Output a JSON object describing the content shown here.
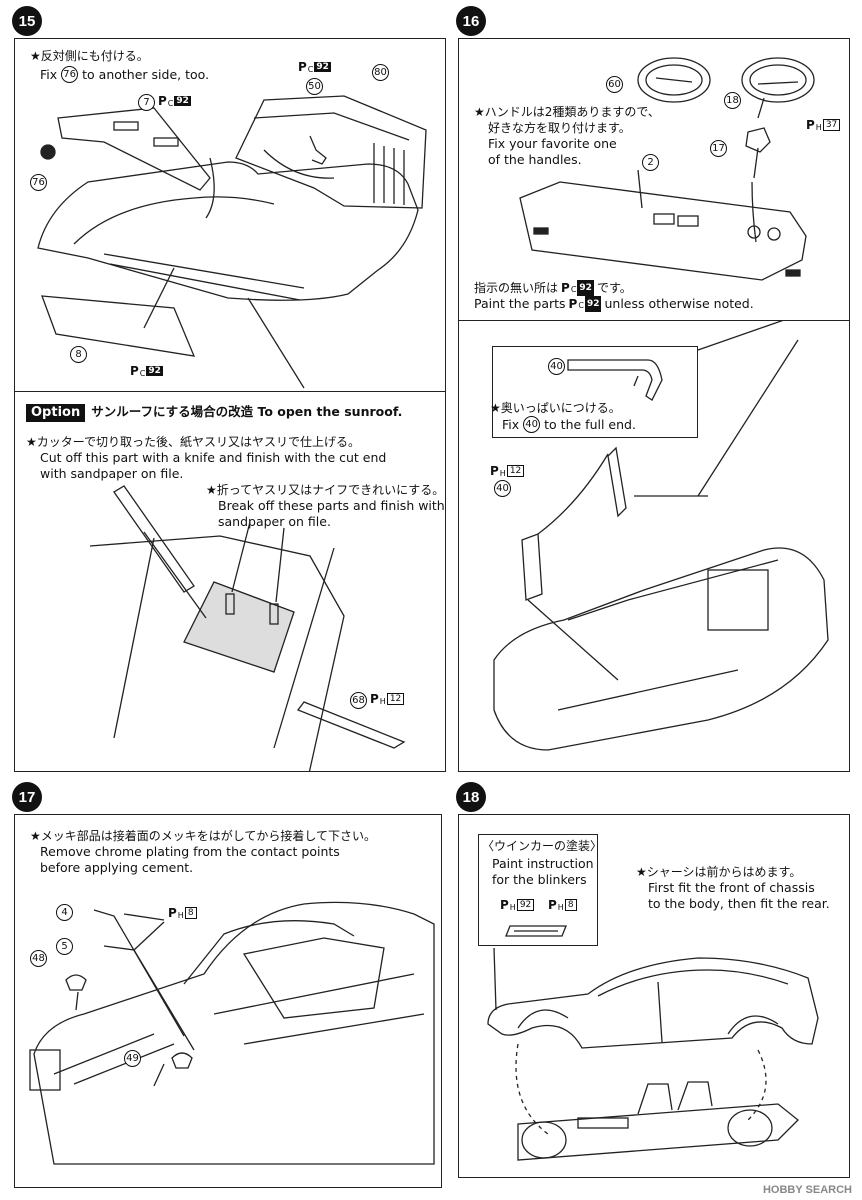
{
  "step15": {
    "number": "15",
    "note_jp": "★反対側にも付ける。",
    "note_en_pre": "Fix",
    "note_en_part": "76",
    "note_en_post": "to another side, too.",
    "parts": {
      "p7": "7",
      "p50": "50",
      "p80": "80",
      "p76": "76",
      "p8": "8"
    },
    "paint_top": {
      "prefix": "P",
      "sub": "C",
      "code": "92"
    },
    "paint_mid": {
      "prefix": "P",
      "sub": "C",
      "code": "92"
    },
    "paint_bottom": {
      "prefix": "P",
      "sub": "C",
      "code": "92"
    }
  },
  "option": {
    "tag": "Option",
    "title_jp": "サンルーフにする場合の改造",
    "title_en": "To open the sunroof.",
    "note1_jp": "★カッターで切り取った後、紙ヤスリ又はヤスリで仕上げる。",
    "note1_en_1": "Cut off this part with a knife and finish with the cut end",
    "note1_en_2": "with sandpaper on file.",
    "note2_jp": "★折ってヤスリ又はナイフできれいにする。",
    "note2_en_1": "Break off these parts and finish with",
    "note2_en_2": "sandpaper on file.",
    "part68": "68",
    "paint68": {
      "prefix": "P",
      "sub": "H",
      "code": "12"
    }
  },
  "step16": {
    "number": "16",
    "note_jp_1": "★ハンドルは2種類ありますので、",
    "note_jp_2": "好きな方を取り付けます。",
    "note_en_1": "Fix your favorite one",
    "note_en_2": "of the handles.",
    "parts": {
      "p60": "60",
      "p18": "18",
      "p17": "17",
      "p2": "2",
      "p40a": "40",
      "p40b": "40"
    },
    "paint18": {
      "prefix": "P",
      "sub": "H",
      "code": "37"
    },
    "paint_note_jp_pre": "指示の無い所は",
    "paint_note_jp_post": "です。",
    "paint_note_en_pre": "Paint the parts",
    "paint_note_en_post": "unless otherwise noted.",
    "paint_default": {
      "prefix": "P",
      "sub": "C",
      "code": "92"
    },
    "detail_jp": "★奥いっぱいにつける。",
    "detail_en_pre": "Fix",
    "detail_en_part": "40",
    "detail_en_post": "to the full end.",
    "paint40": {
      "prefix": "P",
      "sub": "H",
      "code": "12"
    }
  },
  "step17": {
    "number": "17",
    "note_jp": "★メッキ部品は接着面のメッキをはがしてから接着して下さい。",
    "note_en_1": "Remove chrome plating from the contact points",
    "note_en_2": "before applying cement.",
    "parts": {
      "p4": "4",
      "p5": "5",
      "p48": "48",
      "p49": "49"
    },
    "paint45": {
      "prefix": "P",
      "sub": "H",
      "code": "8"
    }
  },
  "step18": {
    "number": "18",
    "blinker_jp": "〈ウインカーの塗装〉",
    "blinker_en_1": "Paint instruction",
    "blinker_en_2": "for the blinkers",
    "blinker_paint_a": {
      "prefix": "P",
      "sub": "H",
      "code": "92"
    },
    "blinker_paint_b": {
      "prefix": "P",
      "sub": "H",
      "code": "8"
    },
    "note_jp": "★シャーシは前からはめます。",
    "note_en_1": "First fit the front of chassis",
    "note_en_2": "to the body, then fit the rear."
  },
  "watermark": "HOBBY SEARCH"
}
